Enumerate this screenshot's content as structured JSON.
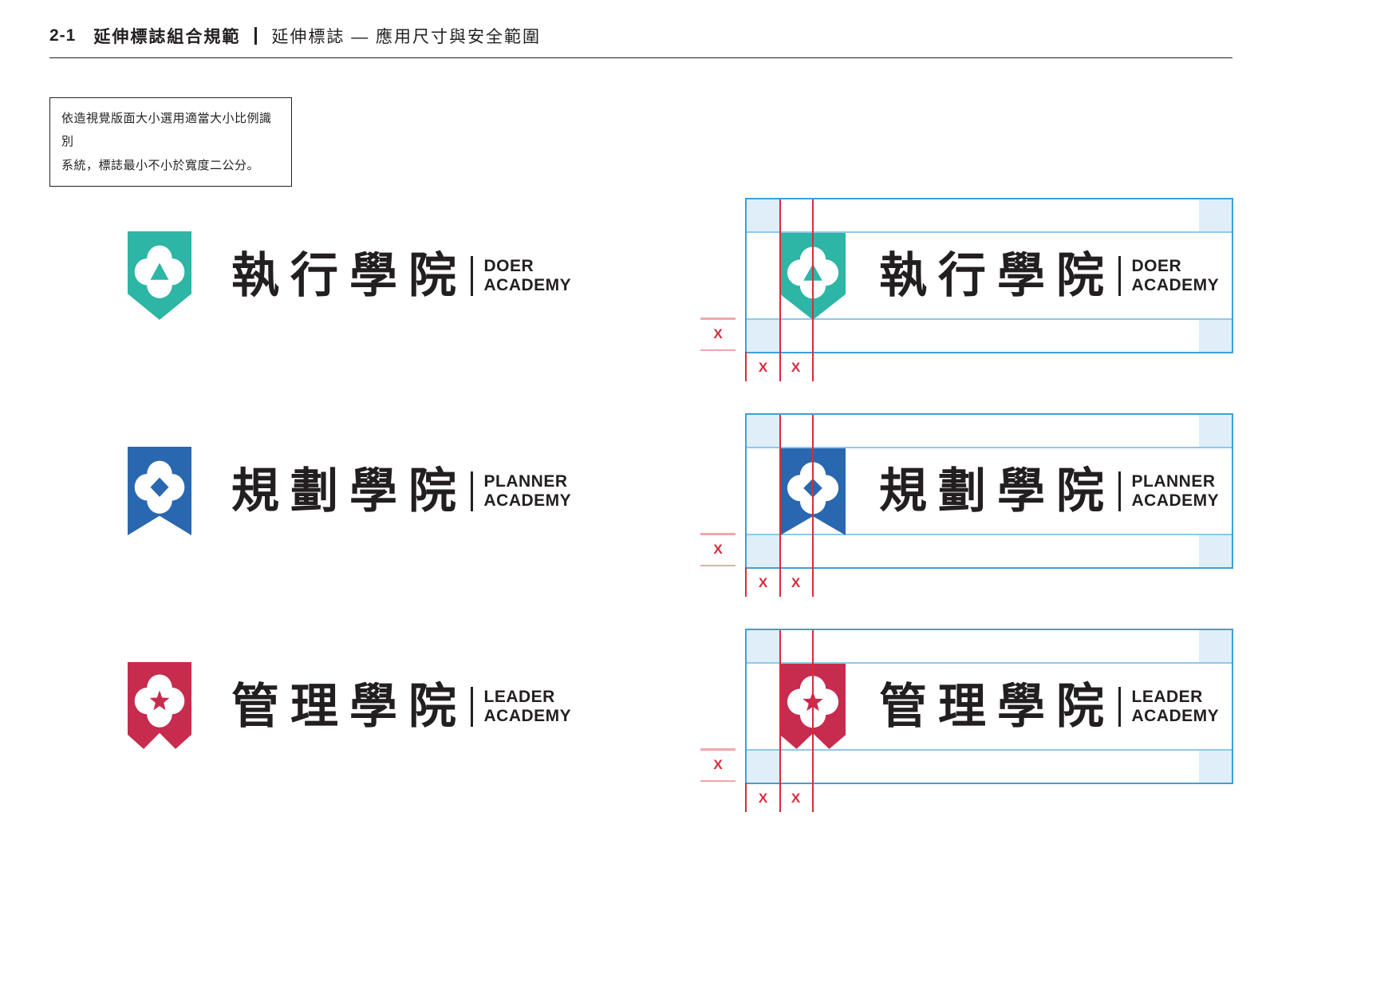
{
  "header": {
    "section_number": "2-1",
    "section_title": "延伸標誌組合規範",
    "subtitle": "延伸標誌 — 應用尺寸與安全範圍"
  },
  "note": {
    "line1": "依造視覺版面大小選用適當大小比例識別",
    "line2": "系統，標誌最小不小於寬度二公分。"
  },
  "measure": {
    "x": "X"
  },
  "colors": {
    "teal": "#2db5a5",
    "blue": "#2968b0",
    "red": "#c72b4d",
    "diagram_border": "#3f9fd8",
    "diagram_band_line": "#8fc8ea",
    "diagram_corner_fill": "#dfeef9",
    "measure_red": "#d92b3c",
    "measure_pink": "#f2a6ab",
    "text": "#231f20"
  },
  "logos": [
    {
      "zh": "執行學院",
      "en_line1": "DOER",
      "en_line2": "ACADEMY",
      "color": "#2db5a5",
      "badge": "pennant",
      "glyph": "triangle"
    },
    {
      "zh": "規劃學院",
      "en_line1": "PLANNER",
      "en_line2": "ACADEMY",
      "color": "#2968b0",
      "badge": "bookmark",
      "glyph": "diamond"
    },
    {
      "zh": "管理學院",
      "en_line1": "LEADER",
      "en_line2": "ACADEMY",
      "color": "#c72b4d",
      "badge": "double-pennant",
      "glyph": "star"
    }
  ]
}
